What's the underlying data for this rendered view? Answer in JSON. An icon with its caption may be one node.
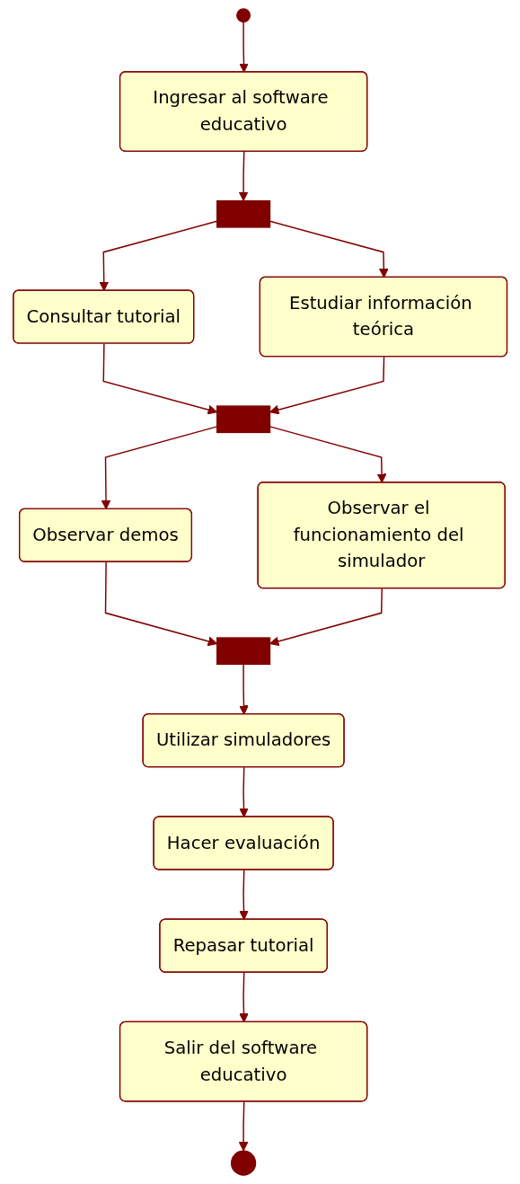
{
  "diagram": {
    "nodes": [
      {
        "text": [],
        "shape": "circle"
      },
      {
        "text": [
          "Ingresar al software educativo"
        ]
      },
      {
        "text": [],
        "shape": "bar"
      },
      {
        "text": [
          "Consultar tutorial"
        ]
      },
      {
        "text": [
          "Estudiar información teórica"
        ]
      },
      {
        "text": [],
        "shape": "bar"
      },
      {
        "text": [
          "Observar demos"
        ]
      },
      {
        "text": [
          "Observar el funcionamiento del simulador"
        ]
      },
      {
        "text": [],
        "shape": "bar"
      },
      {
        "text": [
          "Utilizar simuladores"
        ]
      },
      {
        "text": [
          "Hacer evaluación"
        ]
      },
      {
        "text": [
          "Repasar tutorial"
        ]
      },
      {
        "text": [
          "Salir del software educativo"
        ]
      },
      {
        "text": [],
        "shape": "bullseye"
      }
    ],
    "edges": [
      {
        "from": 0,
        "to": 1,
        "arrow": "to"
      },
      {
        "from": 1,
        "to": 2,
        "arrow": "to"
      },
      {
        "from": 2,
        "to": 3,
        "arrow": "to"
      },
      {
        "from": 2,
        "to": 4,
        "arrow": "to"
      },
      {
        "from": 3,
        "to": 5,
        "arrow": "to"
      },
      {
        "from": 4,
        "to": 5,
        "arrow": "to"
      },
      {
        "from": 5,
        "to": 6,
        "arrow": "to"
      },
      {
        "from": 5,
        "to": 7,
        "arrow": "to"
      },
      {
        "from": 6,
        "to": 8,
        "arrow": "to"
      },
      {
        "from": 7,
        "to": 8,
        "arrow": "to"
      },
      {
        "from": 8,
        "to": 9,
        "arrow": "to"
      },
      {
        "from": 9,
        "to": 10,
        "arrow": "to"
      },
      {
        "from": 10,
        "to": 11,
        "arrow": "to"
      },
      {
        "from": 11,
        "to": 12,
        "arrow": "to"
      },
      {
        "from": 12,
        "to": 13,
        "arrow": "to"
      }
    ]
  }
}
